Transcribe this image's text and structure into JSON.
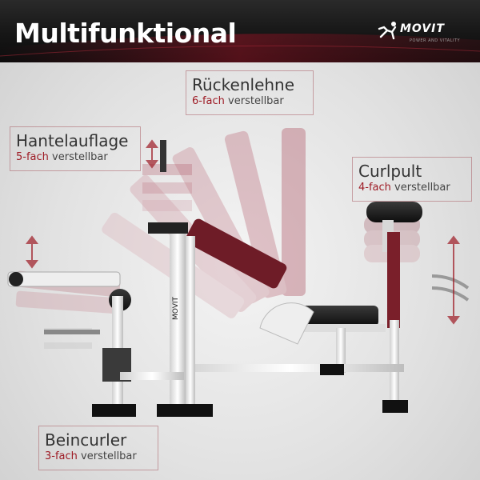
{
  "header": {
    "title": "Multifunktional"
  },
  "brand": {
    "name": "MOVIT",
    "tagline": "POWER AND VITALITY"
  },
  "labels": {
    "rueckenlehne": {
      "title": "Rückenlehne",
      "number": "6-fach",
      "suffix": "verstellbar"
    },
    "hantelauflage": {
      "title": "Hantelauflage",
      "number": "5-fach",
      "suffix": "verstellbar"
    },
    "curlpult": {
      "title": "Curlpult",
      "number": "4-fach",
      "suffix": "verstellbar"
    },
    "beincurler": {
      "title": "Beincurler",
      "number": "3-fach",
      "suffix": "verstellbar"
    }
  },
  "frame_brand": "MOVIT",
  "colors": {
    "accent": "#9e1b25",
    "frame": "#eeeeee",
    "pad": "#1c1c1c",
    "padRed": "#6e1c27"
  }
}
